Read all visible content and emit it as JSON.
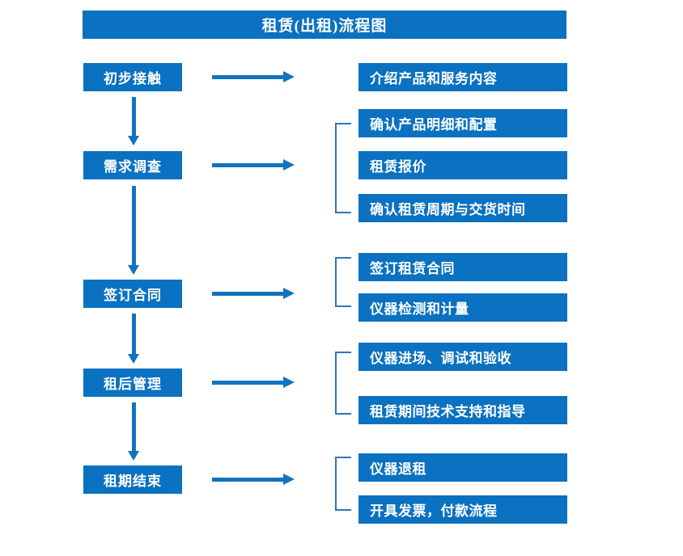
{
  "title": "租赁(出租)流程图",
  "colors": {
    "box_fill": "#0B71C1",
    "arrow": "#1273BE",
    "bracket": "#2E75B6",
    "text": "#FFFFFF",
    "background": "#FFFFFF"
  },
  "stages": [
    {
      "label": "初步接触"
    },
    {
      "label": "需求调查"
    },
    {
      "label": "签订合同"
    },
    {
      "label": "租后管理"
    },
    {
      "label": "租期结束"
    }
  ],
  "tasks": [
    {
      "label": "介绍产品和服务内容"
    },
    {
      "label": "确认产品明细和配置"
    },
    {
      "label": "租赁报价"
    },
    {
      "label": "确认租赁周期与交货时间"
    },
    {
      "label": "签订租赁合同"
    },
    {
      "label": "仪器检测和计量"
    },
    {
      "label": "仪器进场、调试和验收"
    },
    {
      "label": "租赁期间技术支持和指导"
    },
    {
      "label": "仪器退租"
    },
    {
      "label": "开具发票，付款流程"
    }
  ],
  "groups": [
    {
      "stage": "需求调查",
      "task_labels": [
        "确认产品明细和配置",
        "租赁报价",
        "确认租赁周期与交货时间"
      ]
    },
    {
      "stage": "签订合同",
      "task_labels": [
        "签订租赁合同",
        "仪器检测和计量"
      ]
    },
    {
      "stage": "租后管理",
      "task_labels": [
        "仪器进场、调试和验收",
        "租赁期间技术支持和指导"
      ]
    },
    {
      "stage": "租期结束",
      "task_labels": [
        "仪器退租",
        "开具发票，付款流程"
      ]
    }
  ],
  "flow": {
    "stage_order": [
      "初步接触",
      "需求调查",
      "签订合同",
      "租后管理",
      "租期结束"
    ],
    "arrow_count_vertical": 4,
    "arrow_count_horizontal": 5
  }
}
